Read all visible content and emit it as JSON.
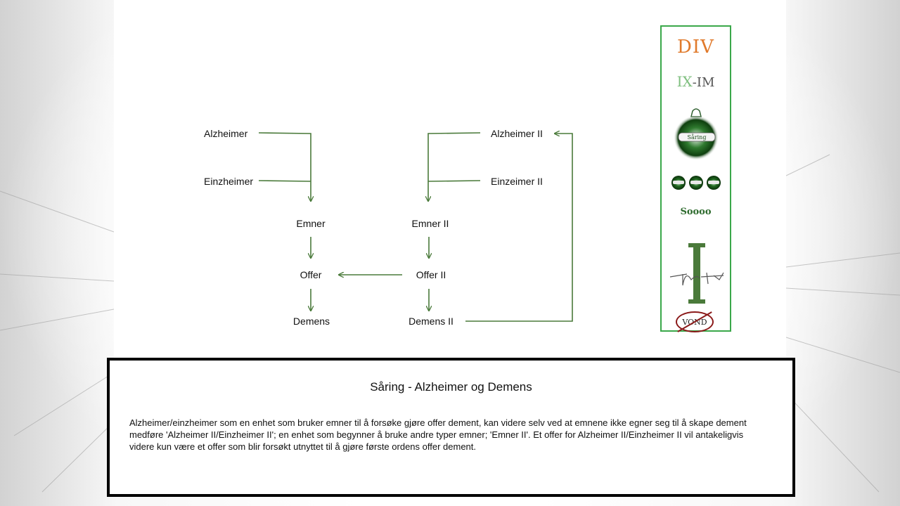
{
  "diagram": {
    "nodes": {
      "alzheimer": "Alzheimer",
      "einzheimer": "Einzheimer",
      "emner": "Emner",
      "offer": "Offer",
      "demens": "Demens",
      "alzheimer_ii": "Alzheimer II",
      "einzeimer_ii": "Einzeimer II",
      "emner_ii": "Emner II",
      "offer_ii": "Offer II",
      "demens_ii": "Demens II"
    },
    "edges": [
      {
        "from": "Alzheimer",
        "to": "Emner"
      },
      {
        "from": "Einzheimer",
        "to": "Emner"
      },
      {
        "from": "Emner",
        "to": "Offer"
      },
      {
        "from": "Offer",
        "to": "Demens"
      },
      {
        "from": "Alzheimer II",
        "to": "Emner II"
      },
      {
        "from": "Einzeimer II",
        "to": "Emner II"
      },
      {
        "from": "Emner II",
        "to": "Offer II"
      },
      {
        "from": "Offer II",
        "to": "Demens II"
      },
      {
        "from": "Offer II",
        "to": "Offer"
      },
      {
        "from": "Demens II",
        "to": "Alzheimer II"
      }
    ],
    "edge_color": "#4a7a3a"
  },
  "sidebar": {
    "border_color": "#3aa84a",
    "logo_div": "DIV",
    "logo_ixim_left": "IX",
    "logo_ixim_right": "-IM",
    "ornament_label": "Såring",
    "logo_soooo": "Soooo",
    "vond_badge": "VOND",
    "icons": [
      "saring-ornament-icon",
      "ornament-trio-icon",
      "signature-pillar-icon"
    ]
  },
  "caption": {
    "title": "Såring - Alzheimer og Demens",
    "text": "Alzheimer/einzheimer som en enhet som bruker emner til å forsøke gjøre offer dement, kan videre selv ved at emnene ikke egner seg til å skape dement medføre 'Alzheimer II/Einzheimer II'; en enhet som begynner å bruke andre typer emner; 'Emner II'. Et offer for Alzheimer II/Einzheimer II vil antakeligvis videre kun være et offer som blir forsøkt utnyttet til å gjøre første ordens offer dement."
  }
}
